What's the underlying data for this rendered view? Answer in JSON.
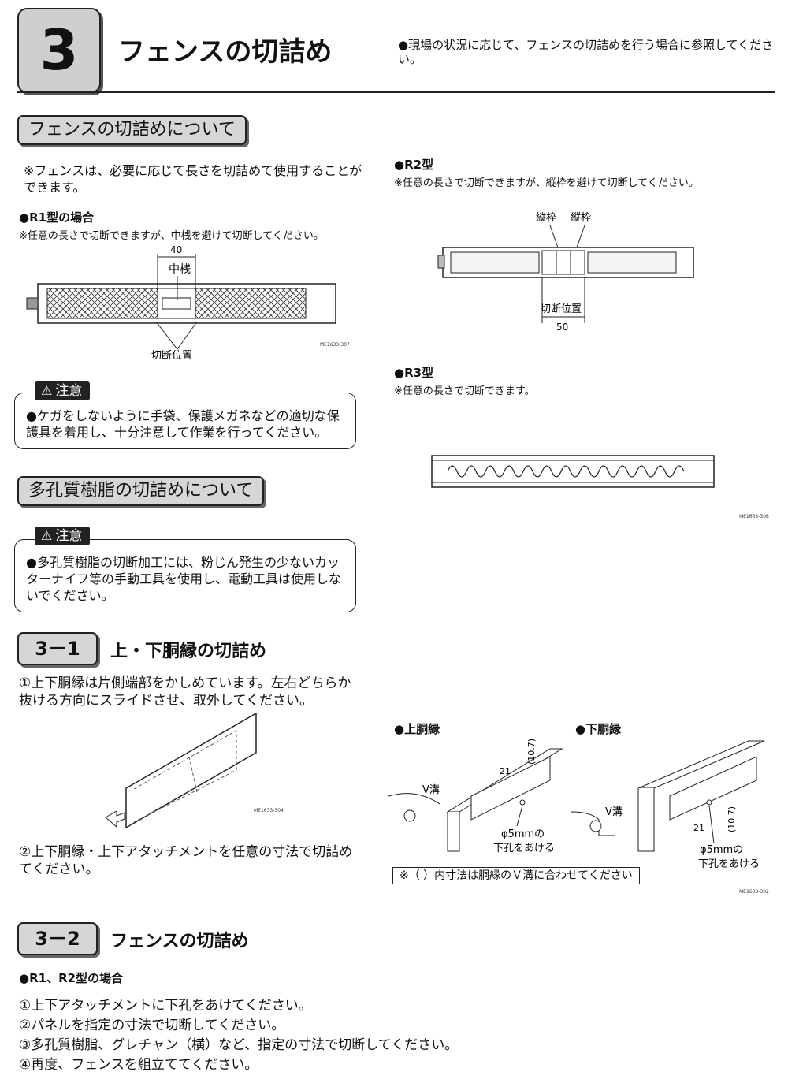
{
  "header": {
    "chapter_number": "3",
    "title": "フェンスの切詰め",
    "note": "●現場の状況に応じて、フェンスの切詰めを行う場合に参照してください。"
  },
  "section_fence": {
    "heading": "フェンスの切詰めについて",
    "intro": "※フェンスは、必要に応じて長さを切詰めて使用することができます。",
    "r1": {
      "label": "●R1型の場合",
      "note": "※任意の長さで切断できますが、中桟を避けて切断してください。",
      "dim": "40",
      "part": "中桟",
      "cut": "切断位置",
      "code": "ME1633-307"
    },
    "r2": {
      "label": "●R2型",
      "note": "※任意の長さで切断できますが、縦枠を避けて切断してください。",
      "part1": "縦枠",
      "part2": "縦枠",
      "cut": "切断位置",
      "dim": "50"
    },
    "r3": {
      "label": "●R3型",
      "note": "※任意の長さで切断できます。",
      "code": "ME1633-308"
    },
    "caution": {
      "tag": "注意",
      "text": "●ケガをしないように手袋、保護メガネなどの適切な保護具を着用し、十分注意して作業を行ってください。"
    }
  },
  "section_resin": {
    "heading": "多孔質樹脂の切詰めについて",
    "caution": {
      "tag": "注意",
      "text": "●多孔質樹脂の切断加工には、粉じん発生の少ないカッターナイフ等の手動工具を使用し、電動工具は使用しないでください。"
    }
  },
  "sub31": {
    "number": "3－1",
    "title": "上・下胴縁の切詰め",
    "step1": "①上下胴縁は片側端部をかしめています。左右どちらか抜ける方向にスライドさせ、取外してください。",
    "code1": "ME1633-304",
    "step2": "②上下胴縁・上下アタッチメントを任意の寸法で切詰めてください。",
    "upper": {
      "label": "●上胴縁",
      "groove": "V溝",
      "dim1": "21",
      "dim2": "(10.7)",
      "hole1": "φ5mmの",
      "hole2": "下孔をあける"
    },
    "lower": {
      "label": "●下胴縁",
      "groove": "V溝",
      "dim1": "21",
      "dim2": "(10.7)",
      "hole1": "φ5mmの",
      "hole2": "下孔をあける"
    },
    "note": "※（ ）内寸法は胴縁のＶ溝に合わせてください",
    "code2": "ME1633-302"
  },
  "sub32": {
    "number": "3－2",
    "title": "フェンスの切詰め",
    "label": "●R1、R2型の場合",
    "steps": [
      "①上下アタッチメントに下孔をあけてください。",
      "②パネルを指定の寸法で切断してください。",
      "③多孔質樹脂、グレチャン（横）など、指定の寸法で切断してください。",
      "④再度、フェンスを組立ててください。"
    ]
  }
}
